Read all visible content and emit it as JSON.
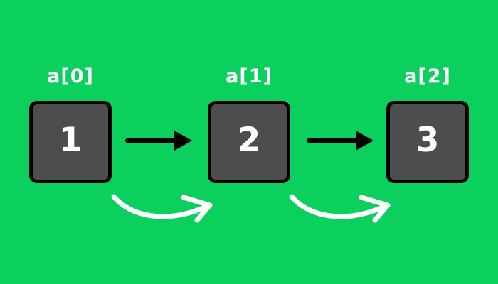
{
  "colors": {
    "background": "#0BD05E",
    "box-fill": "#4D4D4D",
    "box-border": "#000000",
    "label-text": "#FFFFFF",
    "value-text": "#FFFFFF",
    "link-arrow": "#000000",
    "traversal-arrow": "#FFFFFF"
  },
  "cells": [
    {
      "label": "a[0]",
      "value": "1"
    },
    {
      "label": "a[1]",
      "value": "2"
    },
    {
      "label": "a[2]",
      "value": "3"
    }
  ]
}
